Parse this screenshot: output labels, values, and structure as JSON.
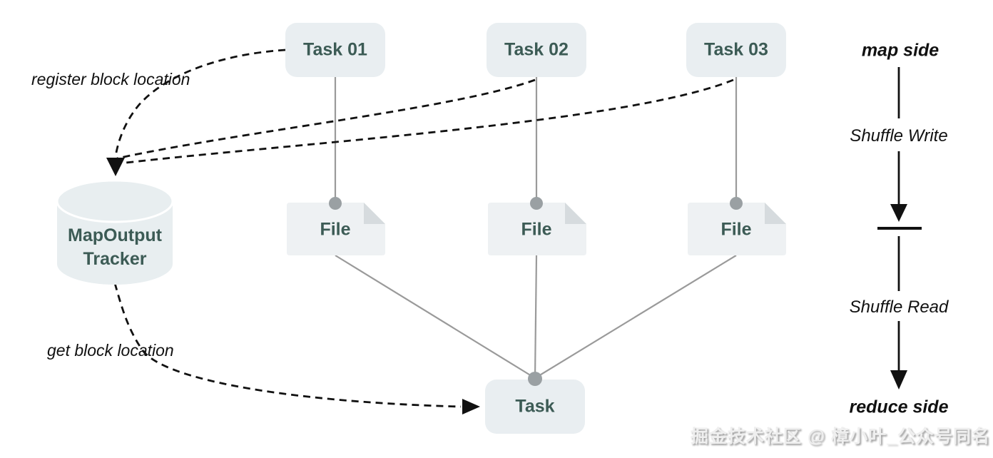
{
  "diagram": {
    "title_hint": "Spark shuffle map/reduce diagram",
    "tasks": [
      {
        "label": "Task 01"
      },
      {
        "label": "Task 02"
      },
      {
        "label": "Task 03"
      }
    ],
    "files": [
      {
        "label": "File"
      },
      {
        "label": "File"
      },
      {
        "label": "File"
      }
    ],
    "tracker": {
      "line1": "MapOutput",
      "line2": "Tracker"
    },
    "reduce_task": {
      "label": "Task"
    },
    "annotations": {
      "register": "register block location",
      "get": "get block location"
    },
    "side_labels": {
      "map": "map side",
      "shuffle_write": "Shuffle Write",
      "shuffle_read": "Shuffle Read",
      "reduce": "reduce side"
    },
    "watermark": "掘金技术社区 @ 樟小叶_公众号同名",
    "colors": {
      "node_bg": "#e9eef1",
      "node_text": "#3c5b55",
      "file_fold": "#d6dbde",
      "solid_line": "#9a9a9a",
      "dot": "#9aa0a3",
      "dashed_line": "#111111"
    }
  }
}
